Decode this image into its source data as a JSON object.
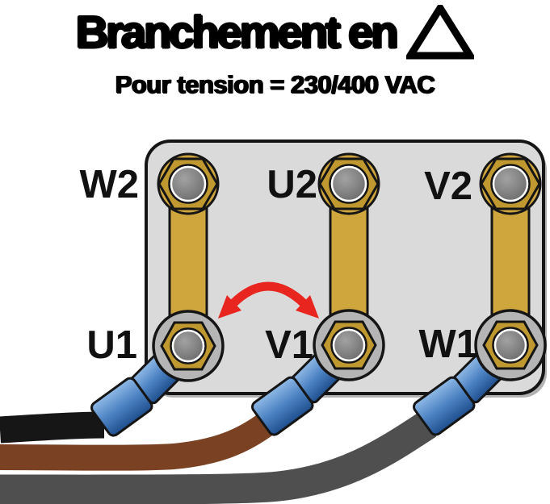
{
  "title": {
    "text": "Branchement en",
    "symbol_icon": "delta-triangle"
  },
  "subtitle": "Pour tension = 230/400 VAC",
  "terminal_block": {
    "top_terminals": [
      {
        "label": "W2"
      },
      {
        "label": "U2"
      },
      {
        "label": "V2"
      }
    ],
    "bottom_terminals": [
      {
        "label": "U1"
      },
      {
        "label": "V1"
      },
      {
        "label": "W1"
      }
    ],
    "links": [
      "W2-U1",
      "U2-V1",
      "V2-W1"
    ]
  },
  "annotation": {
    "swap_arrow_between": [
      "U1",
      "V1"
    ]
  },
  "wires": [
    {
      "terminal": "U1",
      "color_name": "black",
      "color": "#161616"
    },
    {
      "terminal": "V1",
      "color_name": "brown",
      "color": "#7a4123"
    },
    {
      "terminal": "W1",
      "color_name": "dark-gray",
      "color": "#4f4f4f"
    }
  ],
  "colors": {
    "outline": "#151515",
    "block": "#dadada",
    "brass": "#bf9830",
    "brass_light": "#cfa53e",
    "ring_silver": "#b5b5b5",
    "nut_gray": "#6e6e6e",
    "arrow_red": "#e8251e",
    "wire_black": "#161616",
    "wire_brown": "#7a4123",
    "wire_gray": "#4f4f4f",
    "lug_blue_light": "#8fb9e6",
    "lug_blue_mid": "#4c82c2",
    "lug_blue_dark": "#1e4e8d",
    "text": "#000000"
  }
}
